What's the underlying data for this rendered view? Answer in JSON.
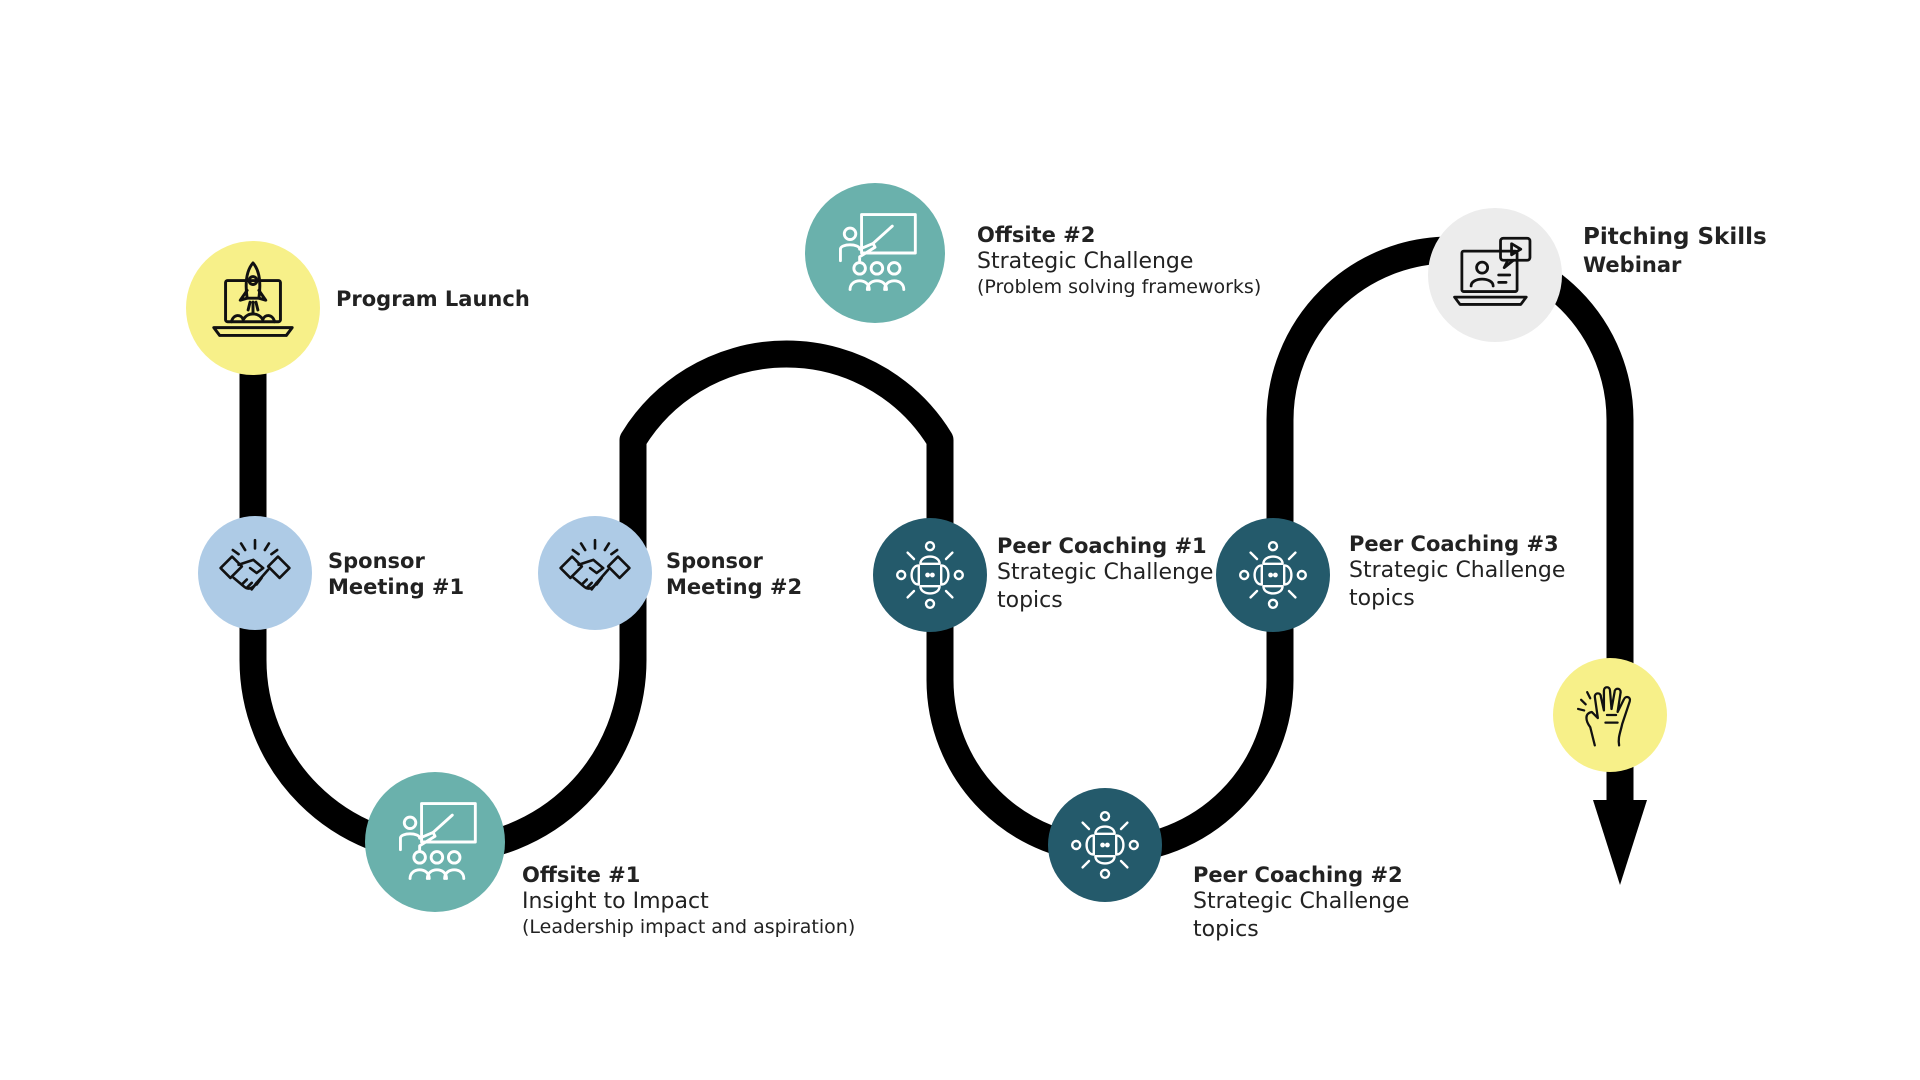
{
  "colors": {
    "path": "#000000",
    "yellow": "#f7f089",
    "light_blue": "#aecbe6",
    "teal": "#6ab1ac",
    "dark_teal": "#245a6b",
    "light_gray": "#ececec"
  },
  "milestones": [
    {
      "id": "program-launch",
      "icon": "rocket-laptop-icon",
      "color": "yellow",
      "title": "Program Launch",
      "subtitle": "",
      "note": ""
    },
    {
      "id": "sponsor-meeting-1",
      "icon": "handshake-icon",
      "color": "light_blue",
      "title": "Sponsor Meeting #1",
      "subtitle": "",
      "note": ""
    },
    {
      "id": "offsite-1",
      "icon": "presentation-icon",
      "color": "teal",
      "title": "Offsite #1",
      "subtitle": "Insight to Impact",
      "note": "(Leadership impact and aspiration)"
    },
    {
      "id": "sponsor-meeting-2",
      "icon": "handshake-icon",
      "color": "light_blue",
      "title": "Sponsor Meeting #2",
      "subtitle": "",
      "note": ""
    },
    {
      "id": "offsite-2",
      "icon": "presentation-icon",
      "color": "teal",
      "title": "Offsite #2",
      "subtitle": "Strategic Challenge",
      "note": "(Problem solving frameworks)"
    },
    {
      "id": "peer-coaching-1",
      "icon": "peer-circle-icon",
      "color": "dark_teal",
      "title": "Peer Coaching #1",
      "subtitle": "Strategic Challenge topics",
      "note": ""
    },
    {
      "id": "peer-coaching-2",
      "icon": "peer-circle-icon",
      "color": "dark_teal",
      "title": "Peer Coaching #2",
      "subtitle": "Strategic Challenge topics",
      "note": ""
    },
    {
      "id": "peer-coaching-3",
      "icon": "peer-circle-icon",
      "color": "dark_teal",
      "title": "Peer Coaching #3",
      "subtitle": "Strategic Challenge topics",
      "note": ""
    },
    {
      "id": "pitching-webinar",
      "icon": "webinar-laptop-icon",
      "color": "light_gray",
      "title": "Pitching Skills Webinar",
      "subtitle": "",
      "note": ""
    },
    {
      "id": "celebration",
      "icon": "high-five-icon",
      "color": "yellow",
      "title": "",
      "subtitle": "",
      "note": ""
    }
  ]
}
